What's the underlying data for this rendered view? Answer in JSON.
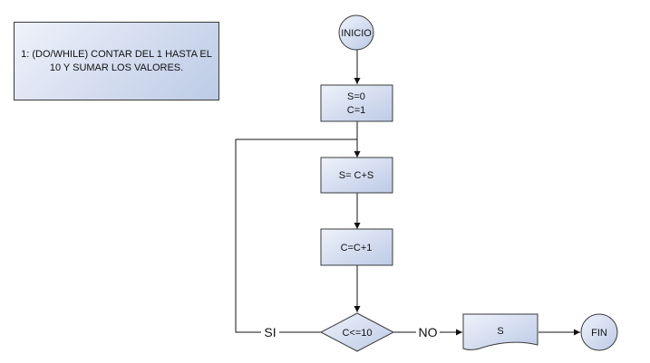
{
  "note": {
    "text": "1: (DO/WHILE) CONTAR DEL 1 HASTA EL 10 Y SUMAR LOS VALORES."
  },
  "nodes": {
    "start": "INICIO",
    "init_line1": "S=0",
    "init_line2": "C=1",
    "sum": "S= C+S",
    "increment": "C=C+1",
    "decision": "C<=10",
    "output": "S",
    "end": "FIN"
  },
  "edges": {
    "yes_label": "SI",
    "no_label": "NO"
  },
  "colors": {
    "fill_light": "#eef2fa",
    "fill_dark": "#bccbe6",
    "stroke": "#3a3a3a",
    "line": "#111111"
  }
}
